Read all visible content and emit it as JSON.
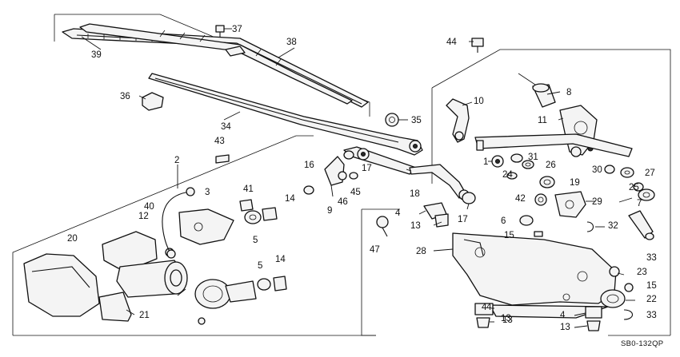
{
  "diagram_code": "SB0-132QP",
  "callouts": [
    "1",
    "2",
    "3",
    "4",
    "4",
    "4",
    "4",
    "5",
    "5",
    "6",
    "7",
    "8",
    "9",
    "10",
    "11",
    "12",
    "13",
    "13",
    "13",
    "13",
    "14",
    "14",
    "15",
    "15",
    "16",
    "17",
    "17",
    "18",
    "19",
    "20",
    "21",
    "22",
    "23",
    "24",
    "25",
    "26",
    "27",
    "28",
    "29",
    "30",
    "31",
    "32",
    "33",
    "33",
    "34",
    "35",
    "36",
    "37",
    "38",
    "39",
    "40",
    "41",
    "42",
    "43",
    "44",
    "45",
    "46",
    "47"
  ]
}
